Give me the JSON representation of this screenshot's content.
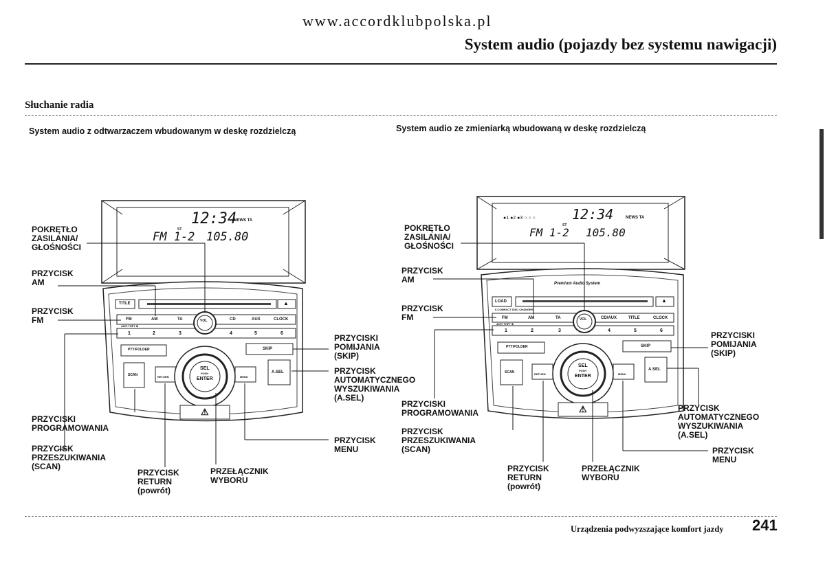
{
  "header": {
    "site": "www.accordklubpolska.pl",
    "section_title": "System audio (pojazdy bez systemu nawigacji)"
  },
  "subheading": "Słuchanie radia",
  "panels": [
    {
      "caption": "System audio z odtwarzaczem wbudowanym w deskę rozdzielczą",
      "display": {
        "time": "12:34",
        "band": "FM 1-2",
        "freq": "105.80",
        "news": "NEWS TA",
        "st": "ST"
      },
      "buttons": {
        "title": "TITLE",
        "eject": "▲",
        "fm": "FM",
        "am": "AM",
        "ta": "TA",
        "cd": "CD",
        "aux": "AUX",
        "clock": "CLOCK",
        "anti_theft": "ANTI THFT ⊕",
        "presets": [
          "1",
          "2",
          "3",
          "4",
          "5",
          "6"
        ],
        "pty": "PTY/FOLDER",
        "skip": "SKIP",
        "sel": "SEL",
        "push": "PUSH",
        "enter": "ENTER",
        "scan": "SCAN",
        "return": "RETURN",
        "menu": "MENU",
        "asel": "A.SEL",
        "vol": "VOL",
        "hazard": "⚠"
      },
      "labels": {
        "power": [
          "POKRĘTŁO",
          "ZASILANIA/",
          "GŁOŚNOŚCI"
        ],
        "am": [
          "PRZYCISK",
          "AM"
        ],
        "fm": [
          "PRZYCISK",
          "FM"
        ],
        "skip": [
          "PRZYCISKI",
          "POMIJANIA",
          "(SKIP)"
        ],
        "asel": [
          "PRZYCISK",
          "AUTOMATYCZNEGO",
          "WYSZUKIWANIA",
          "(A.SEL)"
        ],
        "preset": [
          "PRZYCISKI",
          "PROGRAMOWANIA"
        ],
        "scan": [
          "PRZYCISK",
          "PRZESZUKIWANIA",
          "(SCAN)"
        ],
        "menu": [
          "PRZYCISK",
          "MENU"
        ],
        "return": [
          "PRZYCISK",
          "RETURN",
          "(powrót)"
        ],
        "selector": [
          "PRZEŁĄCZNIK",
          "WYBORU"
        ]
      }
    },
    {
      "caption": "System audio ze zmieniarką wbudowaną w deskę rozdzielczą",
      "display": {
        "time": "12:34",
        "band": "FM 1-2",
        "freq": "105.80",
        "news": "NEWS TA",
        "st": "ST",
        "discs": "●1 ●2 ●3 ○ ○ ○"
      },
      "premium": "Premium Audio System",
      "buttons": {
        "load": "LOAD",
        "eject": "▲",
        "changer": "6-COMPACT DISC CHANGER",
        "fm": "FM",
        "am": "AM",
        "ta": "TA",
        "cdaux": "CD/AUX",
        "title": "TITLE",
        "clock": "CLOCK",
        "anti_theft": "ANTI THFT ⊕",
        "presets": [
          "1",
          "2",
          "3",
          "4",
          "5",
          "6"
        ],
        "pty": "PTY/FOLDER",
        "skip": "SKIP",
        "sel": "SEL",
        "push": "PUSH",
        "enter": "ENTER",
        "scan": "SCAN",
        "return": "RETURN",
        "menu": "MENU",
        "asel": "A.SEL",
        "vol": "VOL",
        "hazard": "⚠"
      },
      "labels": {
        "power": [
          "POKRĘTŁO",
          "ZASILANIA/",
          "GŁOŚNOŚCI"
        ],
        "am": [
          "PRZYCISK",
          "AM"
        ],
        "fm": [
          "PRZYCISK",
          "FM"
        ],
        "skip": [
          "PRZYCISKI",
          "POMIJANIA",
          "(SKIP)"
        ],
        "preset": [
          "PRZYCISKI",
          "PROGRAMOWANIA"
        ],
        "asel": [
          "PRZYCISK",
          "AUTOMATYCZNEGO",
          "WYSZUKIWANIA",
          "(A.SEL)"
        ],
        "scan": [
          "PRZYCISK",
          "PRZESZUKIWANIA",
          "(SCAN)"
        ],
        "menu": [
          "PRZYCISK",
          "MENU"
        ],
        "return": [
          "PRZYCISK",
          "RETURN",
          "(powrót)"
        ],
        "selector": [
          "PRZEŁĄCZNIK",
          "WYBORU"
        ]
      }
    }
  ],
  "footer": {
    "text": "Urządzenia podwyzszające komfort jazdy",
    "page_number": "241"
  }
}
